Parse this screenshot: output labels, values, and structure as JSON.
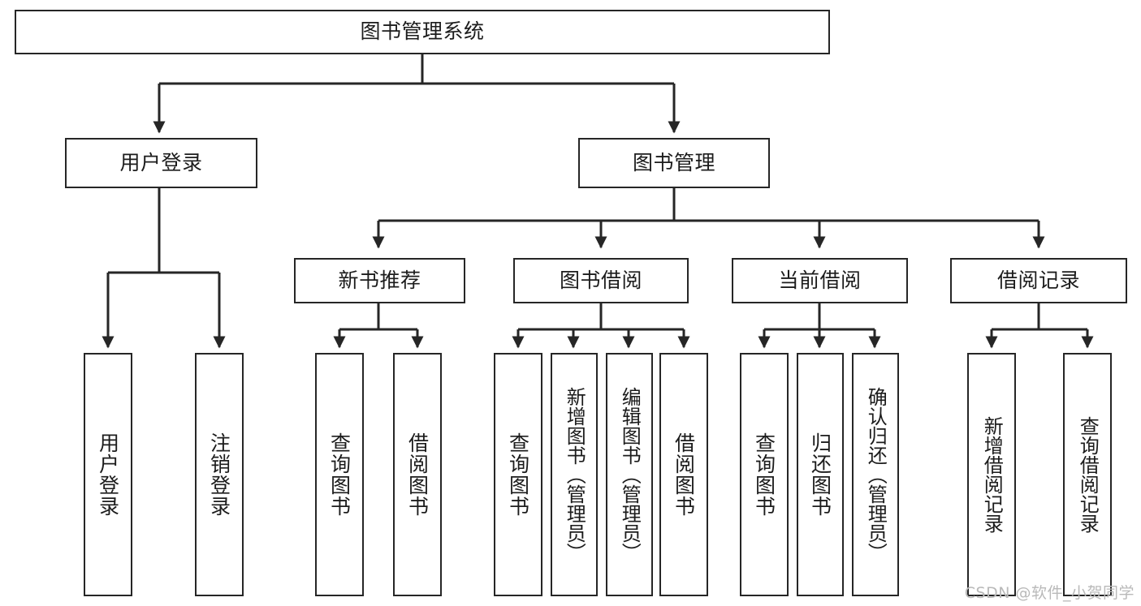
{
  "diagram": {
    "type": "tree-hierarchy",
    "title": "图书管理系统",
    "watermark": "CSDN @软件_小贺同学",
    "colors": {
      "stroke": "#262626",
      "fill": "#ffffff",
      "text": "#1c1c1c",
      "watermark": "#b9b9b9"
    },
    "levels": {
      "level1": [
        "图书管理系统"
      ],
      "level2": [
        "用户登录",
        "图书管理"
      ],
      "level3": [
        "新书推荐",
        "图书借阅",
        "当前借阅",
        "借阅记录"
      ],
      "level4": [
        "用户登录",
        "注销登录",
        "查询图书",
        "借阅图书",
        "查询图书",
        "新增图书（管理员）",
        "编辑图书（管理员）",
        "借阅图书",
        "查询图书",
        "归还图书",
        "确认归还（管理员）",
        "新增借阅记录",
        "查询借阅记录"
      ]
    },
    "nodes": {
      "root": {
        "label": "图书管理系统"
      },
      "user_login": {
        "label": "用户登录"
      },
      "book_manage": {
        "label": "图书管理"
      },
      "new_book_rec": {
        "label": "新书推荐"
      },
      "book_borrow": {
        "label": "图书借阅"
      },
      "current_borrow": {
        "label": "当前借阅"
      },
      "borrow_record": {
        "label": "借阅记录"
      },
      "leaf_user_login": {
        "label": "用户登录"
      },
      "leaf_logout": {
        "label": "注销登录"
      },
      "leaf_query_book_1": {
        "label": "查询图书"
      },
      "leaf_borrow_book_1": {
        "label": "借阅图书"
      },
      "leaf_query_book_2": {
        "label": "查询图书"
      },
      "leaf_add_book_admin": {
        "label": "新增图书（管理员）"
      },
      "leaf_edit_book_admin": {
        "label": "编辑图书（管理员）"
      },
      "leaf_borrow_book_2": {
        "label": "借阅图书"
      },
      "leaf_query_book_3": {
        "label": "查询图书"
      },
      "leaf_return_book": {
        "label": "归还图书"
      },
      "leaf_confirm_return_admin": {
        "label": "确认归还（管理员）"
      },
      "leaf_add_record": {
        "label": "新增借阅记录"
      },
      "leaf_query_record": {
        "label": "查询借阅记录"
      }
    },
    "edges": [
      {
        "from": "root",
        "to": "user_login"
      },
      {
        "from": "root",
        "to": "book_manage"
      },
      {
        "from": "user_login",
        "to": "leaf_user_login"
      },
      {
        "from": "user_login",
        "to": "leaf_logout"
      },
      {
        "from": "book_manage",
        "to": "new_book_rec"
      },
      {
        "from": "book_manage",
        "to": "book_borrow"
      },
      {
        "from": "book_manage",
        "to": "current_borrow"
      },
      {
        "from": "book_manage",
        "to": "borrow_record"
      },
      {
        "from": "new_book_rec",
        "to": "leaf_query_book_1"
      },
      {
        "from": "new_book_rec",
        "to": "leaf_borrow_book_1"
      },
      {
        "from": "book_borrow",
        "to": "leaf_query_book_2"
      },
      {
        "from": "book_borrow",
        "to": "leaf_add_book_admin"
      },
      {
        "from": "book_borrow",
        "to": "leaf_edit_book_admin"
      },
      {
        "from": "book_borrow",
        "to": "leaf_borrow_book_2"
      },
      {
        "from": "current_borrow",
        "to": "leaf_query_book_3"
      },
      {
        "from": "current_borrow",
        "to": "leaf_return_book"
      },
      {
        "from": "current_borrow",
        "to": "leaf_confirm_return_admin"
      },
      {
        "from": "borrow_record",
        "to": "leaf_add_record"
      },
      {
        "from": "borrow_record",
        "to": "leaf_query_record"
      }
    ]
  }
}
